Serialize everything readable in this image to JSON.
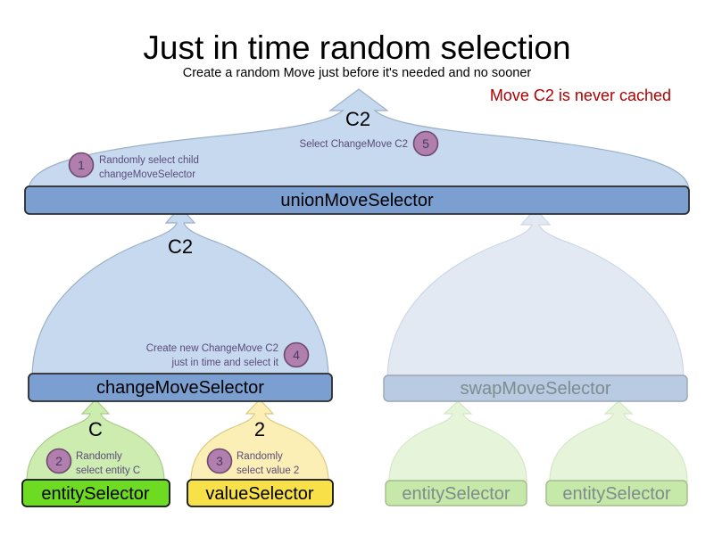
{
  "header": {
    "title": "Just in time random selection",
    "subtitle": "Create a random Move just before it's needed and no sooner",
    "note": "Move C2 is never cached",
    "note_color": "#B00000"
  },
  "colors": {
    "arrow_blue_fill": "#c6d9ef",
    "arrow_blue_stroke": "#9ab0c6",
    "arrow_blue_faded_fill": "#e2e9f3",
    "arrow_green_fill": "#ccecb0",
    "arrow_green_stroke": "#a9cc89",
    "arrow_green_faded_fill": "#e6f5da",
    "arrow_yellow_fill": "#fbefb6",
    "arrow_yellow_stroke": "#d9cc7e",
    "box_blue_fill": "#7a9fd0",
    "box_blue_stroke": "#2b2b2b",
    "box_blue_faded_fill": "#b8cbe2",
    "box_blue_faded_stroke": "#9aa6b3",
    "box_green_fill": "#6ddb22",
    "box_green_stroke": "#111111",
    "box_green_faded_fill": "#c6e8a8",
    "box_green_faded_stroke": "#a4bb8e",
    "box_yellow_fill": "#f8e048",
    "box_yellow_stroke": "#111111",
    "badge_fill": "#b07fae",
    "badge_stroke": "#6e4a6e",
    "badge_text": "#4a3a63",
    "annotation_text": "#5b4a7a",
    "faded_label_text": "#7f8c8d"
  },
  "nodes": {
    "union_move_selector": {
      "label": "unionMoveSelector",
      "state": "active"
    },
    "change_move_selector": {
      "label": "changeMoveSelector",
      "state": "active"
    },
    "swap_move_selector": {
      "label": "swapMoveSelector",
      "state": "faded"
    },
    "entity_selector_left": {
      "label": "entitySelector",
      "state": "active"
    },
    "value_selector": {
      "label": "valueSelector",
      "state": "active"
    },
    "entity_selector_swap_a": {
      "label": "entitySelector",
      "state": "faded"
    },
    "entity_selector_swap_b": {
      "label": "entitySelector",
      "state": "faded"
    }
  },
  "flow_labels": {
    "union_output": "C2",
    "change_output": "C2",
    "entity_output": "C",
    "value_output": "2"
  },
  "annotations": [
    {
      "id": "step-1",
      "number": "1",
      "lines": [
        "Randomly select child",
        "changeMoveSelector"
      ],
      "align": "left"
    },
    {
      "id": "step-5",
      "number": "5",
      "lines": [
        "Select ChangeMove C2"
      ],
      "align": "right"
    },
    {
      "id": "step-4",
      "number": "4",
      "lines": [
        "Create new ChangeMove C2",
        "just in time and select it"
      ],
      "align": "right"
    },
    {
      "id": "step-2",
      "number": "2",
      "lines": [
        "Randomly",
        "select entity C"
      ],
      "align": "left"
    },
    {
      "id": "step-3",
      "number": "3",
      "lines": [
        "Randomly",
        "select value 2"
      ],
      "align": "left"
    }
  ]
}
